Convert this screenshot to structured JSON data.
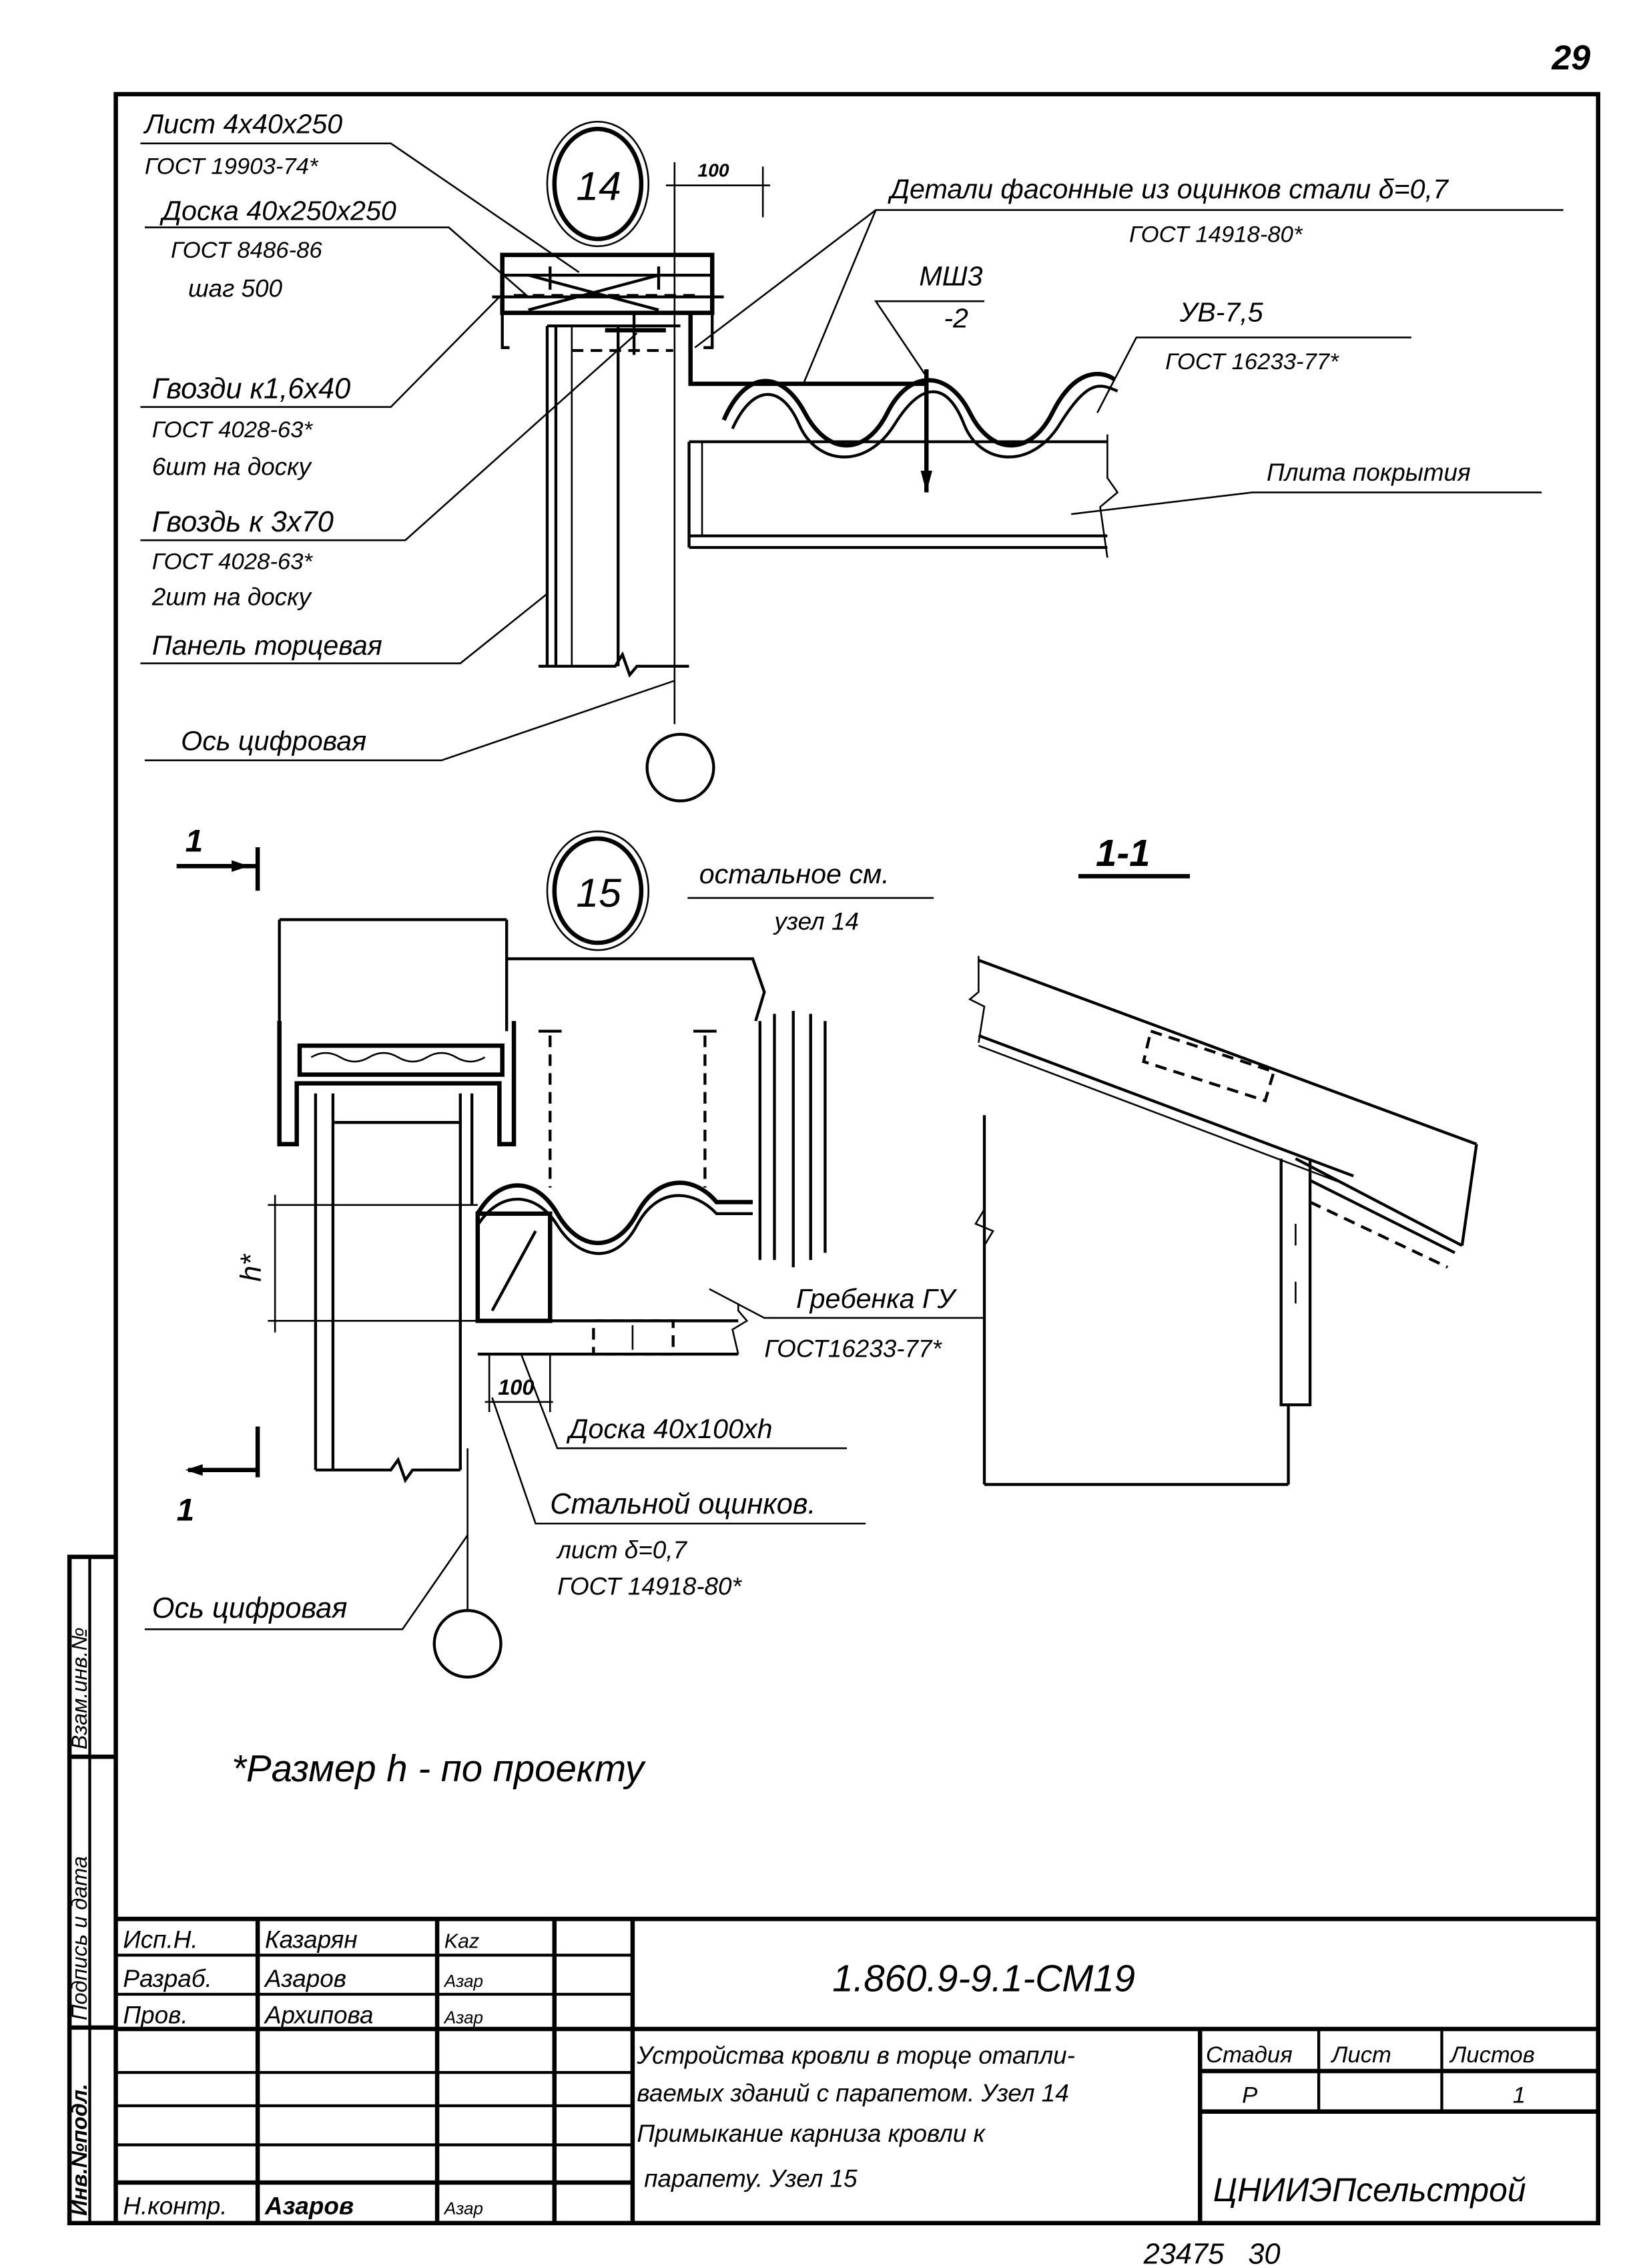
{
  "page_number": "29",
  "bottom_stamp": "23475   30",
  "detail14": {
    "marker": "14",
    "dimension": "100",
    "labels": {
      "sheet": "Лист 4х40х250",
      "sheet_std": "ГОСТ 19903-74*",
      "board": "Доска 40х250х250",
      "board_std": "ГОСТ 8486-86",
      "board_step": "шаг 500",
      "nails1": "Гвозди к1,6х40",
      "nails1_std": "ГОСТ 4028-63*",
      "nails1_qty": "6шт на доску",
      "nail2": "Гвоздь к 3х70",
      "nail2_std": "ГОСТ 4028-63*",
      "nail2_qty": "2шт на доску",
      "panel": "Панель торцевая",
      "axis": "Ось цифровая",
      "shaped": "Детали фасонные из оцинков стали δ=0,7",
      "shaped_std": "ГОСТ 14918-80*",
      "screw": "МШ3",
      "screw_qty": "-2",
      "sheet_uv": "УВ-7,5",
      "sheet_uv_std": "ГОСТ 16233-77*",
      "slab": "Плита покрытия"
    }
  },
  "detail15": {
    "marker": "15",
    "see_rest": "остальное см.",
    "see_ref": "узел 14",
    "section_title": "1-1",
    "section_mark": "1",
    "h_label": "h*",
    "dimension": "100",
    "labels": {
      "comb": "Гребенка ГУ",
      "comb_std": "ГОСТ16233-77*",
      "board": "Доска 40х100хh",
      "steel": "Стальной оцинков.",
      "steel_sheet": "лист δ=0,7",
      "steel_std": "ГОСТ 14918-80*",
      "axis": "Ось цифровая"
    }
  },
  "note": "*Размер h - по проекту",
  "side_strip": {
    "inv_orig": "Инв.№подл.",
    "sign_date": "Подпись и дата",
    "replace_inv": "Взам.инв.№"
  },
  "title_block": {
    "rows": [
      {
        "role": "Исп.Н.",
        "name": "Казарян",
        "sign": "Kaz"
      },
      {
        "role": "Разраб.",
        "name": "Азаров",
        "sign": "Азар"
      },
      {
        "role": "Пров.",
        "name": "Архипова",
        "sign": "Азар"
      },
      {
        "role": "Н.контр.",
        "name": "Азаров",
        "sign": "Азар"
      }
    ],
    "designation": "1.860.9-9.1-СМ19",
    "title_lines": [
      "Устройства кровли в торце отапли-",
      "ваемых зданий с парапетом. Узел 14",
      "Примыкание карниза кровли к",
      "парапету.   Узел 15"
    ],
    "stage_header": "Стадия",
    "sheet_header": "Лист",
    "sheets_header": "Листов",
    "stage": "Р",
    "sheet": "",
    "sheets": "1",
    "organization": "ЦНИИЭПсельстрой"
  }
}
